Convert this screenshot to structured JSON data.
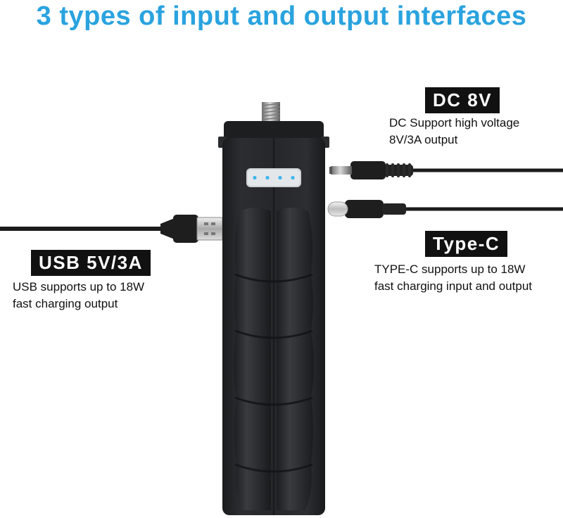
{
  "headline": "3 types of input and output interfaces",
  "colors": {
    "headline": "#2aa3df",
    "badge_bg": "#111111",
    "badge_text": "#ffffff",
    "led": "#3fb6ee",
    "grip_body": "#232426",
    "cable": "#1b1b1b"
  },
  "interfaces": {
    "dc": {
      "badge": "DC 8V",
      "lines": [
        "DC Support high voltage",
        "8V/3A output"
      ]
    },
    "typec": {
      "badge": "Type-C",
      "lines": [
        "TYPE-C supports up to 18W",
        "fast charging input and output"
      ]
    },
    "usb": {
      "badge": "USB 5V/3A",
      "lines": [
        "USB supports up to 18W",
        "fast charging output"
      ]
    }
  },
  "battery_level": {
    "leds_lit": 4,
    "leds_total": 4
  }
}
